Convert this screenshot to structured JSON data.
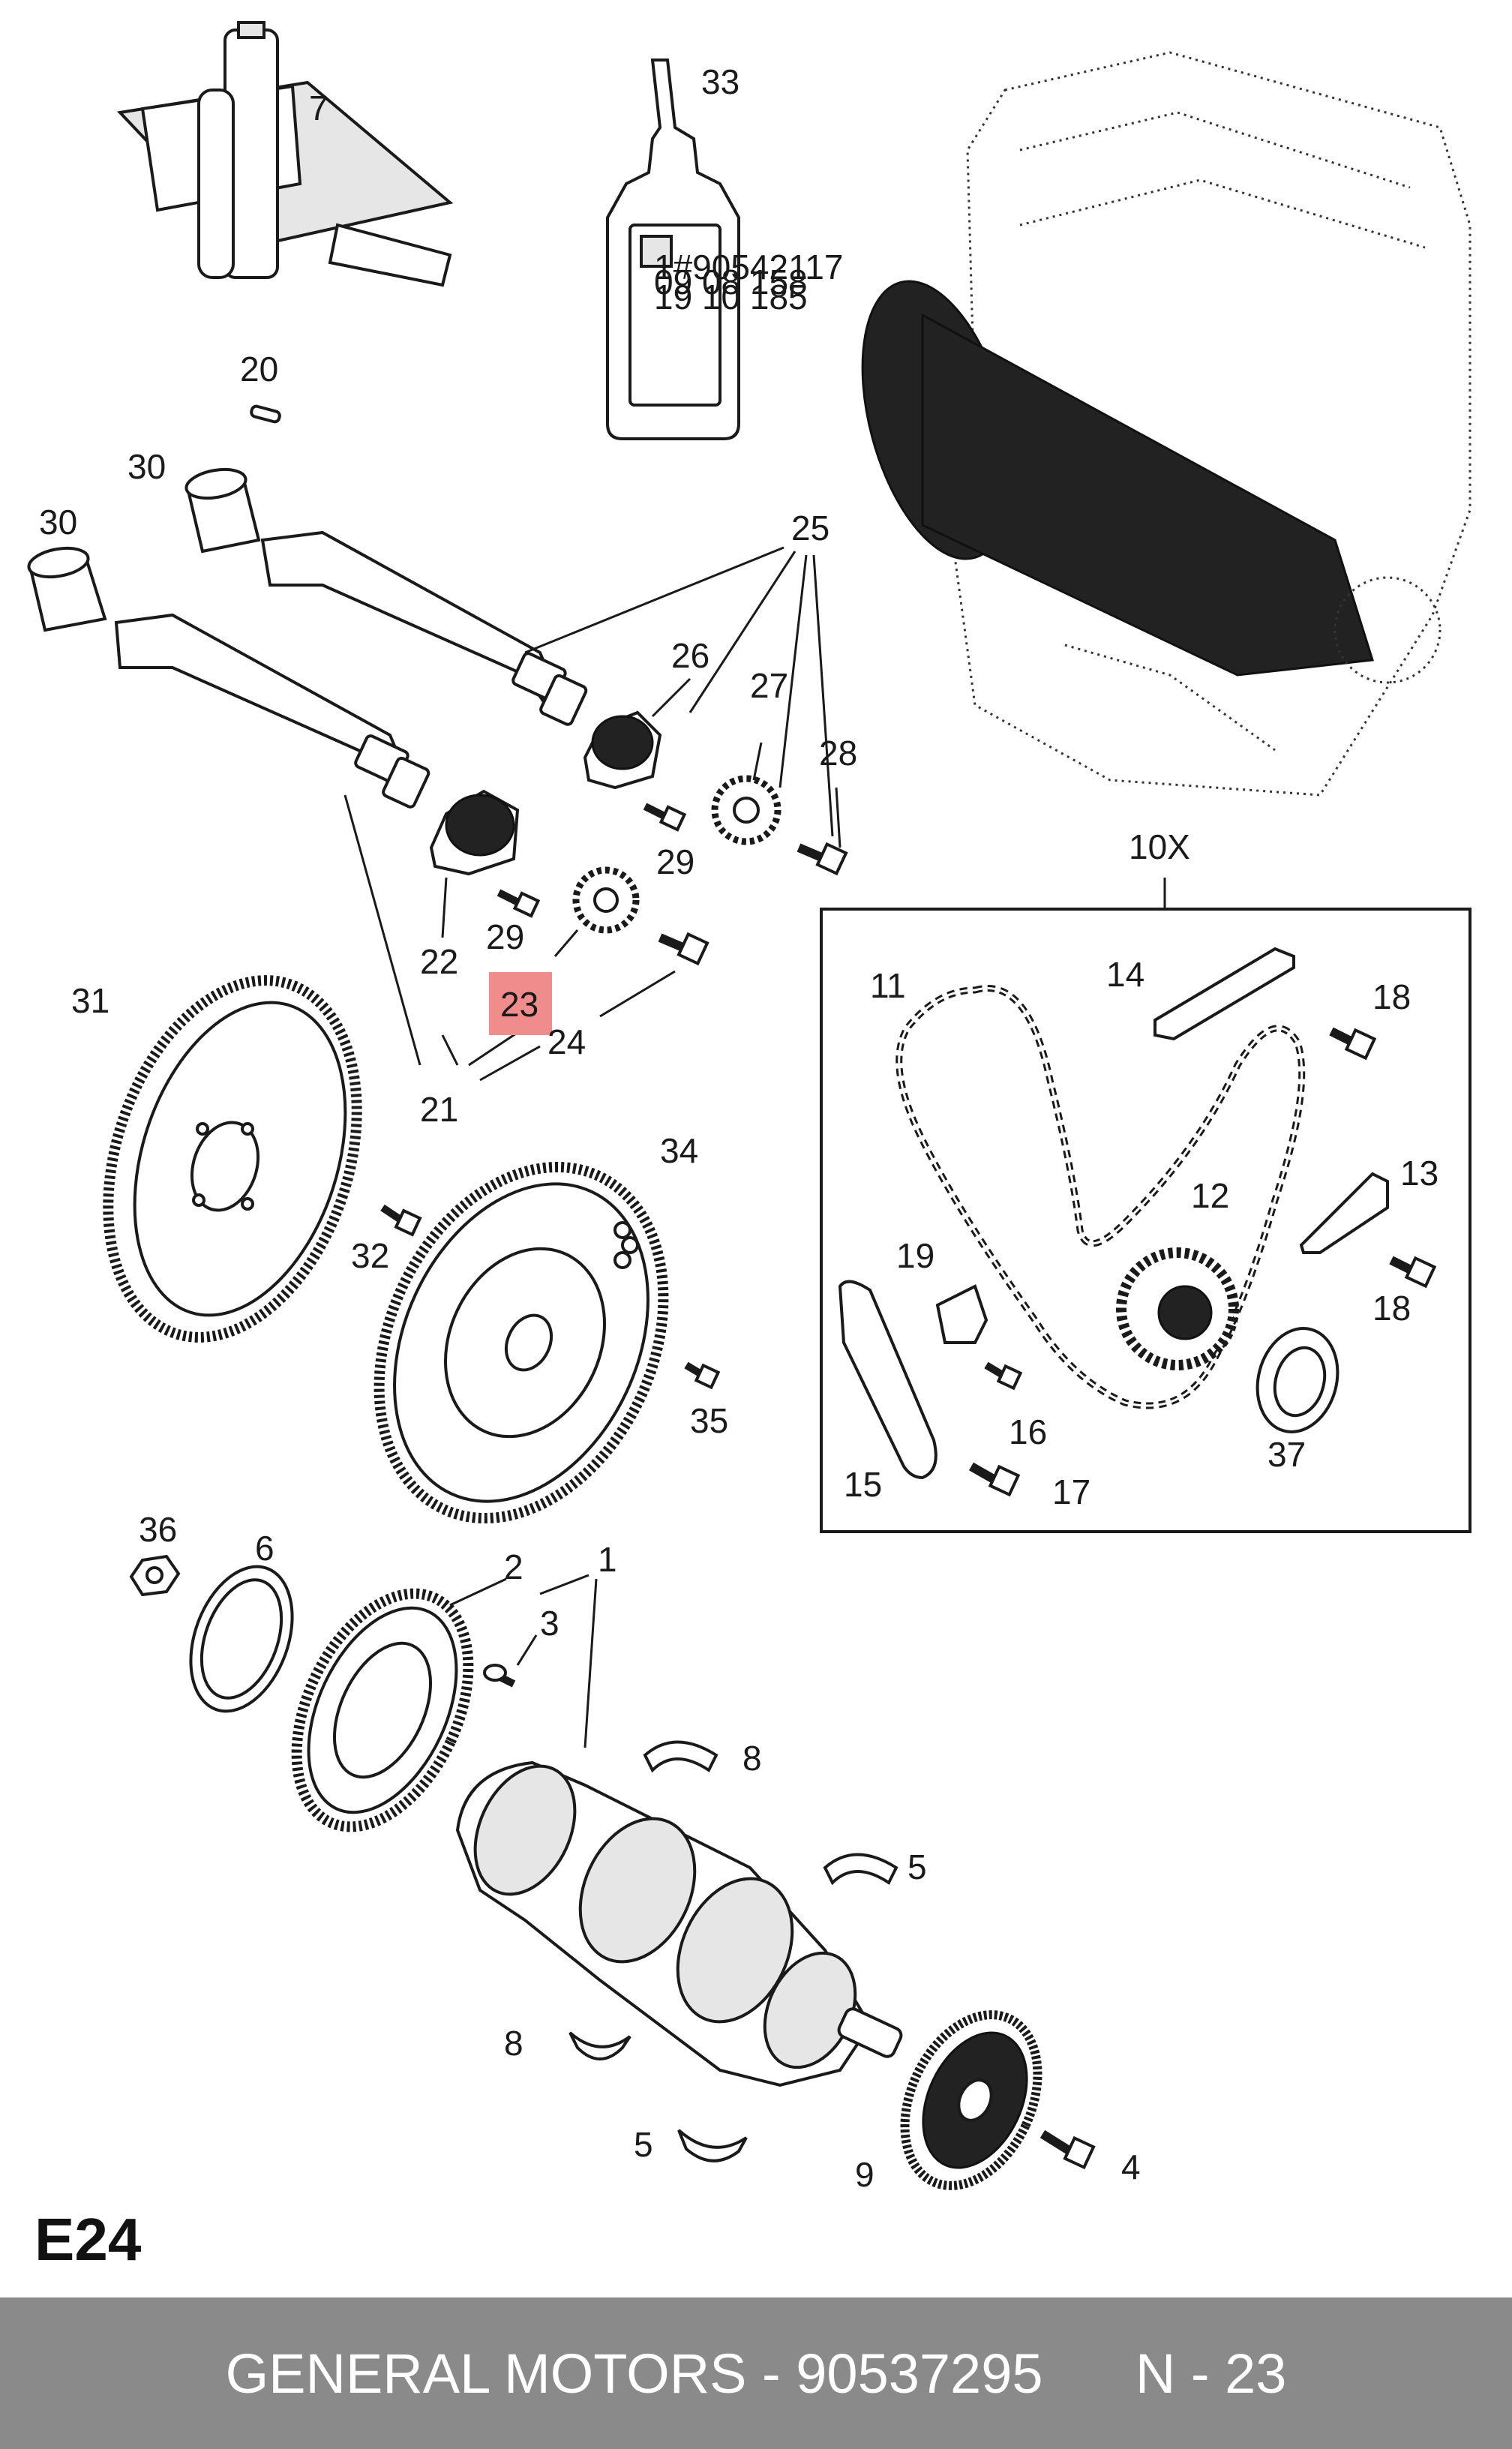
{
  "page_code": "E24",
  "footer": {
    "brand": "GENERAL MOTORS",
    "separator": " - ",
    "part_number": "90537295",
    "ref_label": "N - 23"
  },
  "highlight": {
    "callout": "23",
    "color": "#f08c8c"
  },
  "kit_box": {
    "label": "10X"
  },
  "callouts": {
    "c1": "1",
    "c2": "2",
    "c3": "3",
    "c4": "4",
    "c5a": "5",
    "c5b": "5",
    "c6": "6",
    "c7": "7",
    "c8a": "8",
    "c8b": "8",
    "c9": "9",
    "c11": "11",
    "c12": "12",
    "c13": "13",
    "c14": "14",
    "c15": "15",
    "c16": "16",
    "c17": "17",
    "c18a": "18",
    "c18b": "18",
    "c19": "19",
    "c20": "20",
    "c21": "21",
    "c22": "22",
    "c23": "23",
    "c24": "24",
    "c25": "25",
    "c26": "26",
    "c27": "27",
    "c28": "28",
    "c29a": "29",
    "c29b": "29",
    "c30a": "30",
    "c30b": "30",
    "c31": "31",
    "c32": "32",
    "c33": "33",
    "c34": "34",
    "c35": "35",
    "c36": "36",
    "c37": "37"
  },
  "bottle_label": {
    "line1": "1#90542117",
    "line2": "09 08 158",
    "line3": "19 10 185"
  }
}
